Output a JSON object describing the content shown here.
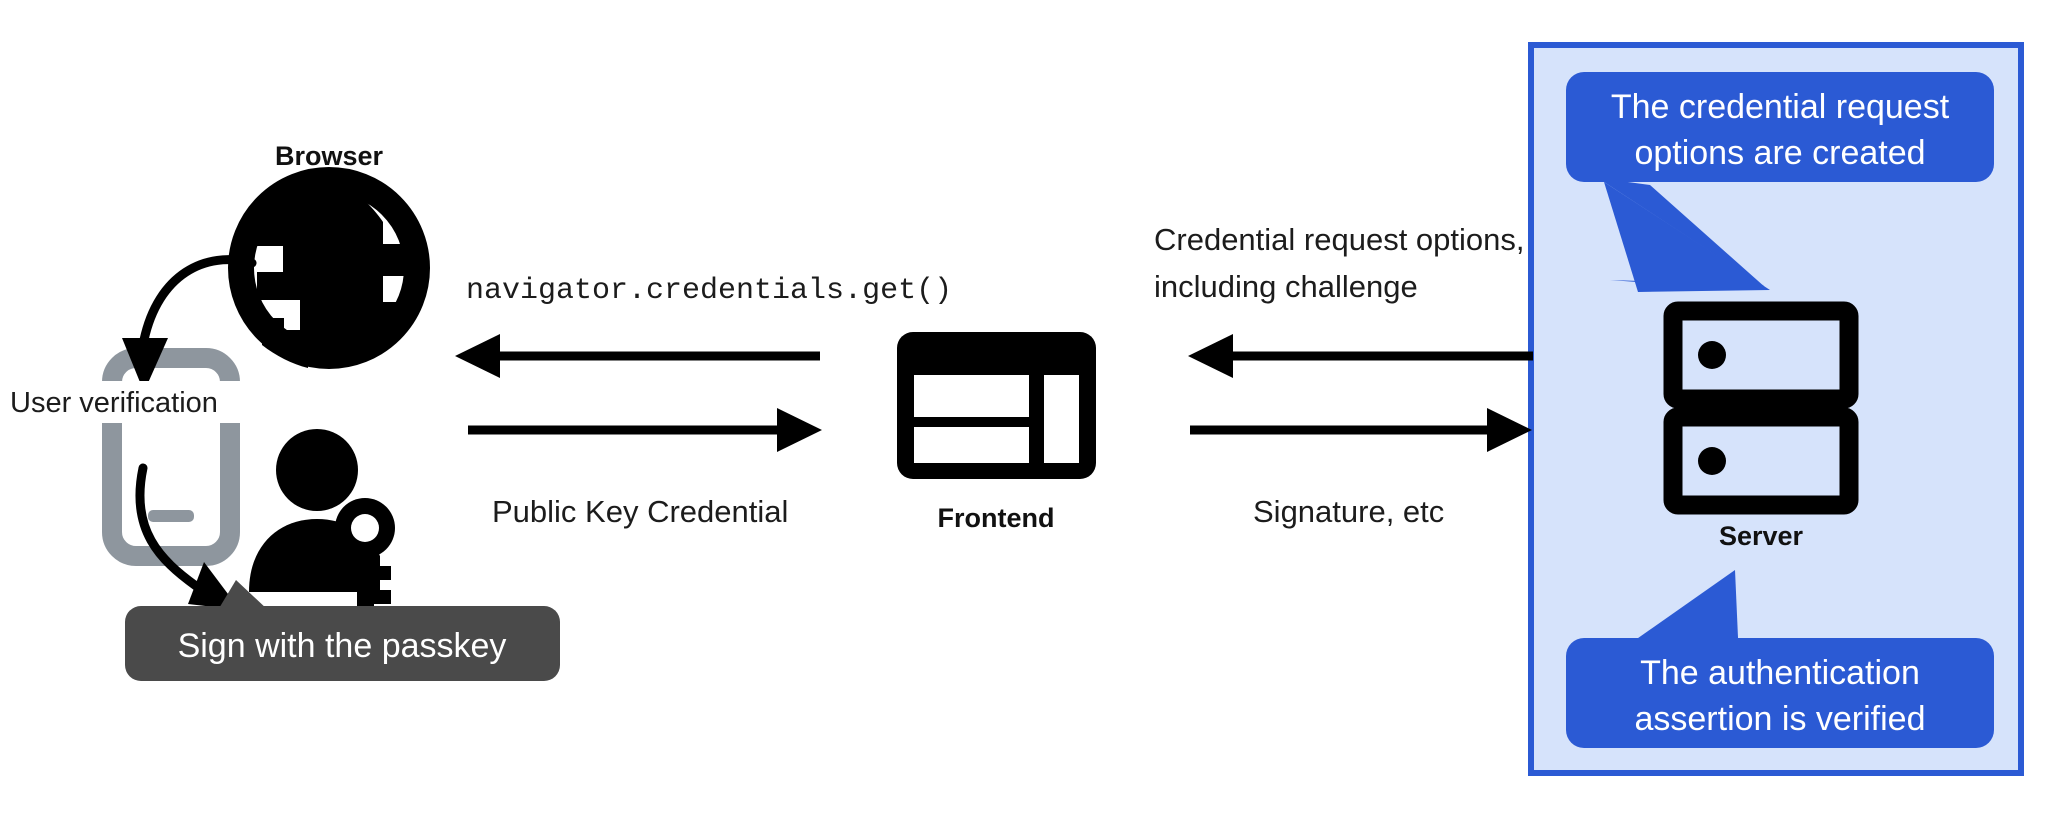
{
  "diagram": {
    "title_present": false,
    "background_color": "#ffffff",
    "colors": {
      "ink": "#000000",
      "text": "#1c1c1c",
      "phone_gray": "#8e969e",
      "callout_dark": "#4a4a4a",
      "callout_blue": "#2b5ad4",
      "server_panel_fill": "#d6e3fb",
      "server_panel_border": "#2b5ad4"
    },
    "nodes": [
      {
        "id": "browser",
        "label": "Browser",
        "icon": "globe-icon"
      },
      {
        "id": "frontend",
        "label": "Frontend",
        "icon": "dashboard-layout-icon"
      },
      {
        "id": "server",
        "label": "Server",
        "icon": "server-rack-icon"
      },
      {
        "id": "phone",
        "label": "User verification",
        "icon": "smartphone-icon"
      },
      {
        "id": "user",
        "label": "",
        "icon": "person-with-key-icon"
      }
    ],
    "arrows": [
      {
        "id": "browser-to-phone",
        "kind": "curved",
        "direction": "down-left"
      },
      {
        "id": "phone-to-user",
        "kind": "curved",
        "direction": "down-right"
      },
      {
        "id": "frontend-to-browser",
        "kind": "straight",
        "direction": "left",
        "label": "navigator.credentials.get()"
      },
      {
        "id": "browser-to-frontend",
        "kind": "straight",
        "direction": "right",
        "label": "Public Key Credential"
      },
      {
        "id": "server-to-frontend",
        "kind": "straight",
        "direction": "left",
        "label": "Credential request options, including challenge"
      },
      {
        "id": "frontend-to-server",
        "kind": "straight",
        "direction": "right",
        "label": "Signature, etc"
      }
    ],
    "labels": {
      "browser": "Browser",
      "frontend": "Frontend",
      "server": "Server",
      "user_verification": "User verification",
      "navigator_call": "navigator.credentials.get()",
      "public_key_credential": "Public Key Credential",
      "credential_request_options_line1": "Credential request options,",
      "credential_request_options_line2": "including challenge",
      "signature_etc": "Signature, etc"
    },
    "callouts": [
      {
        "id": "sign-with-passkey",
        "style": "dark",
        "lines": [
          "Sign with the passkey"
        ],
        "tail": "top-left"
      },
      {
        "id": "credential-request-options-created",
        "style": "blue",
        "lines": [
          "The credential request",
          "options are created"
        ],
        "tail": "bottom-right"
      },
      {
        "id": "authentication-assertion-verified",
        "style": "blue",
        "lines": [
          "The authentication",
          "assertion is verified"
        ],
        "tail": "top-right"
      }
    ]
  }
}
